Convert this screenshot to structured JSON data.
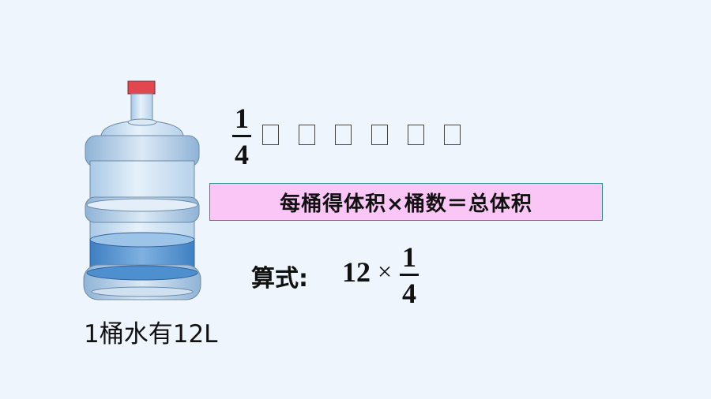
{
  "bottle_caption": "1桶水有12L",
  "fraction_intro": {
    "numerator": "1",
    "denominator": "4"
  },
  "placeholder_glyphs": [
    "□",
    "□",
    "□",
    "□",
    "□",
    "□"
  ],
  "relation": "每桶得体积×桶数＝总体积",
  "expression": {
    "label": "算式:",
    "whole": "12",
    "operator": "×",
    "numerator": "1",
    "denominator": "4"
  },
  "colors": {
    "background": "#eef5fc",
    "formula_fill": "#f9c6f5",
    "formula_border": "#2e8f8a",
    "cap": "#e2474f",
    "water": "#4e8fcf"
  },
  "icons": [
    "water-bottle-icon"
  ]
}
